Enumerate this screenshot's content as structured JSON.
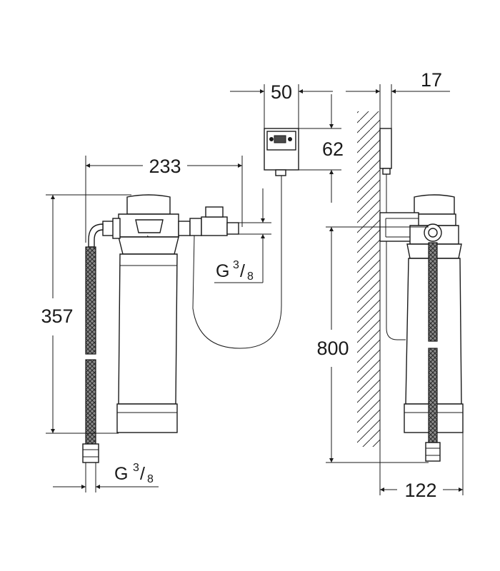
{
  "dimensions": {
    "control_width": "50",
    "wall_offset": "17",
    "control_height": "62",
    "filter_span": "233",
    "filter_height": "357",
    "mount_height": "800",
    "depth": "122"
  },
  "threads": {
    "outlet": {
      "prefix": "G",
      "num": "3",
      "den": "8"
    },
    "inlet": {
      "prefix": "G",
      "num": "3",
      "den": "8"
    }
  }
}
